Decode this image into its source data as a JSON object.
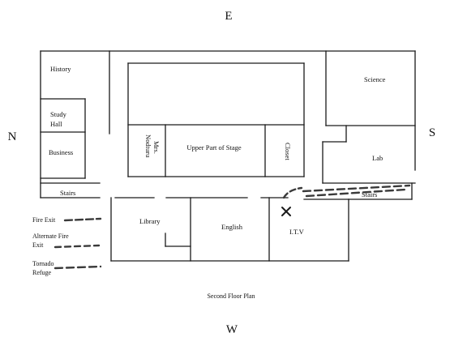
{
  "compass": {
    "top": "E",
    "bottom": "W",
    "left": "N",
    "right": "S"
  },
  "rooms": {
    "history": "History",
    "study_hall_line1": "Study",
    "study_hall_line2": "Hall",
    "business": "Business",
    "mrs_nodturu_line1": "Mrs.",
    "mrs_nodturu_line2": "Nodturu",
    "upper_stage": "Upper Part of Stage",
    "closet": "Closet",
    "science": "Science",
    "lab": "Lab",
    "stairs_left": "Stairs",
    "stairs_right": "Stairs",
    "library": "Library",
    "english": "English",
    "itv": "I.T.V"
  },
  "legend": {
    "fire_exit": "Fire Exit",
    "alternate_line1": "Alternate Fire",
    "alternate_line2": "Exit",
    "tornado_line1": "Tornado",
    "tornado_line2": "Refuge"
  },
  "caption": "Second Floor Plan",
  "colors": {
    "wall": "#1a1a1a",
    "route": "#3a3a3a",
    "background": "#ffffff"
  }
}
